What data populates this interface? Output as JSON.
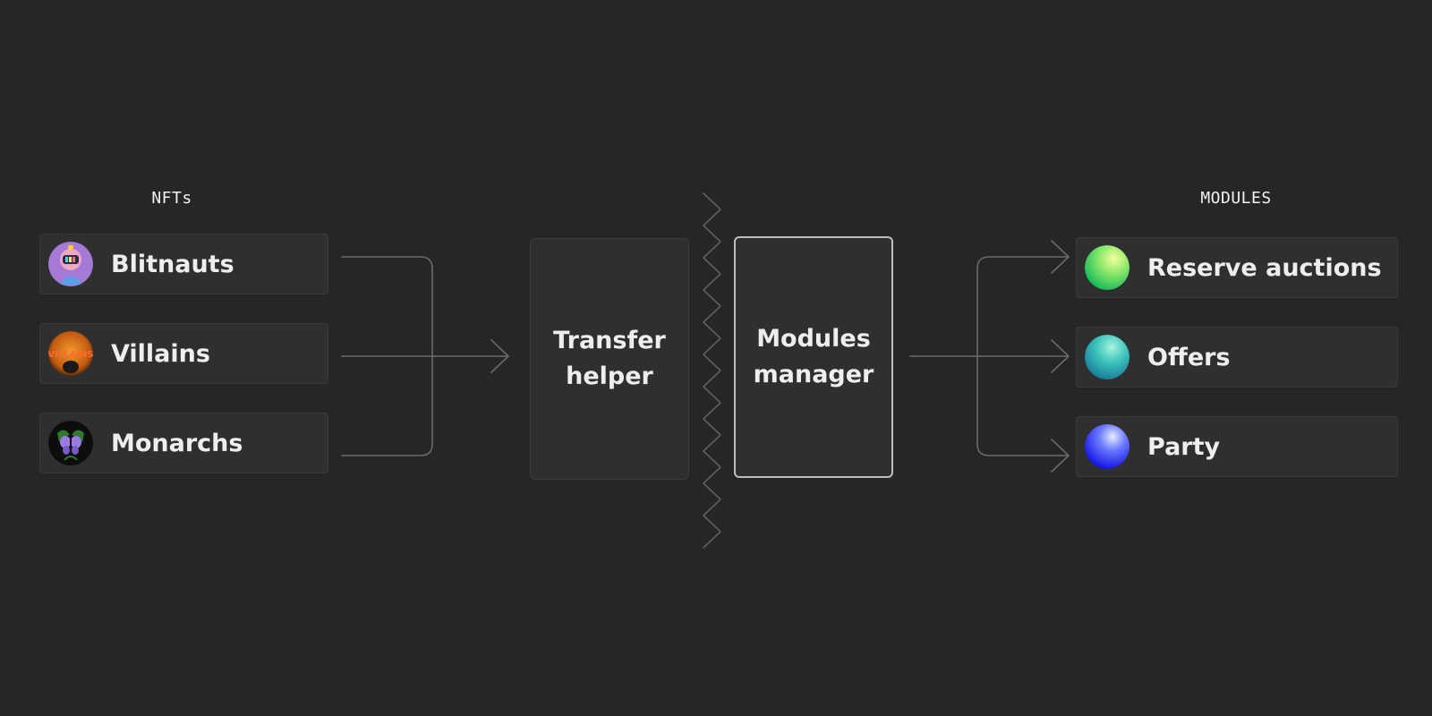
{
  "labels": {
    "nfts": "NFTs",
    "modules": "MODULES"
  },
  "nfts": [
    {
      "name": "Blitnauts",
      "icon": "blitnaut-avatar-icon"
    },
    {
      "name": "Villains",
      "icon": "villains-avatar-icon",
      "icon_text": "VILLAINS"
    },
    {
      "name": "Monarchs",
      "icon": "monarch-butterfly-avatar-icon"
    }
  ],
  "transfer_helper": {
    "line1": "Transfer",
    "line2": "helper"
  },
  "modules_manager": {
    "line1": "Modules",
    "line2": "manager"
  },
  "modules": [
    {
      "name": "Reserve auctions",
      "icon": "green-sphere-icon",
      "color": "#5bd86a"
    },
    {
      "name": "Offers",
      "icon": "teal-sphere-icon",
      "color": "#2fb3b0"
    },
    {
      "name": "Party",
      "icon": "blue-sphere-icon",
      "color": "#2a2af0"
    }
  ],
  "colors": {
    "background": "#262626",
    "card": "#2f2f2f",
    "connector": "#6a6a6a",
    "highlight_border": "#bdbdbd"
  }
}
